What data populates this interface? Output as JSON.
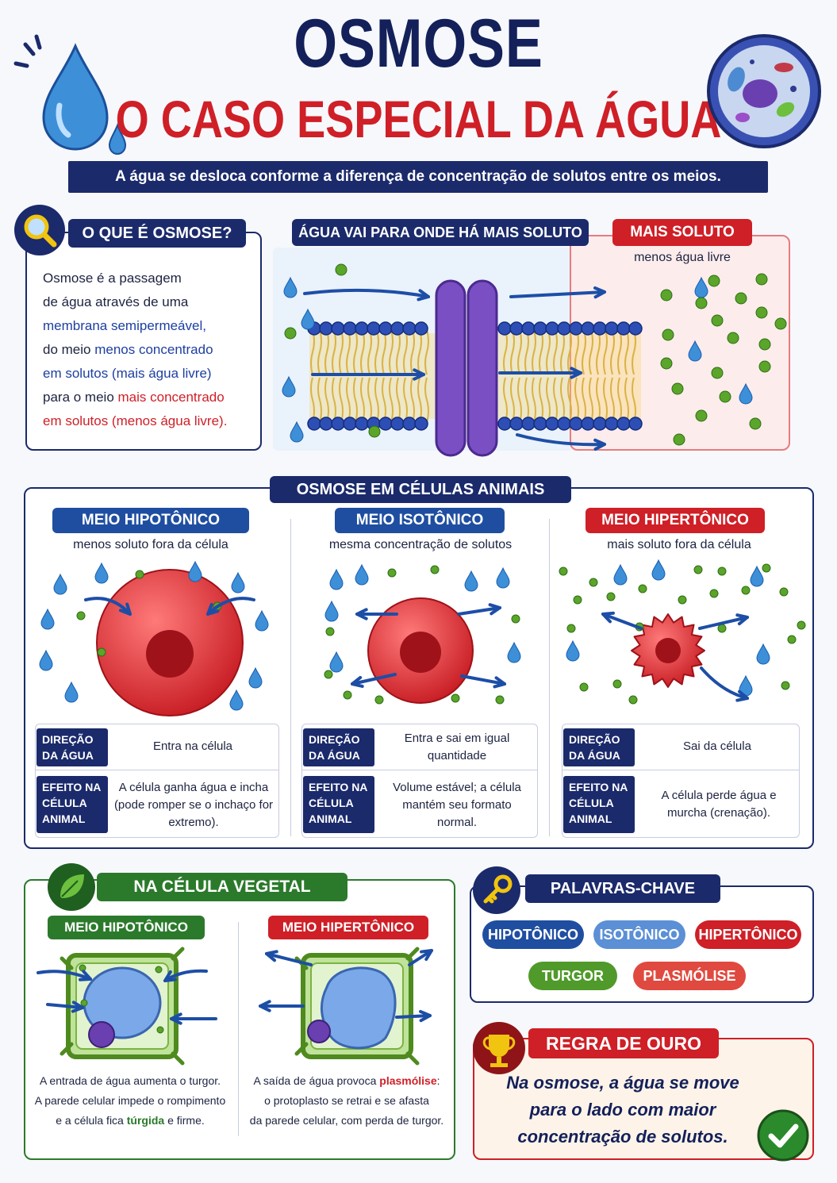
{
  "title": "OSMOSE",
  "subtitle": "O CASO ESPECIAL DA ÁGUA",
  "tagline": "A água se desloca conforme a diferença de concentração de solutos entre os meios.",
  "what_is": {
    "heading": "O QUE É OSMOSE?",
    "line1": "Osmose é a passagem",
    "line2": "de água através de uma",
    "line3": "membrana semipermeável,",
    "line4a": "do meio ",
    "line4b": "menos concentrado",
    "line5": "em solutos (mais água livre)",
    "line6a": "para o meio ",
    "line6b": "mais concentrado",
    "line7": "em solutos (menos água livre)."
  },
  "membrane": {
    "heading": "ÁGUA VAI PARA ONDE HÁ MAIS SOLUTO",
    "more_solute": "MAIS SOLUTO",
    "less_water": "menos água livre"
  },
  "animal": {
    "heading": "OSMOSE EM CÉLULAS ANIMAIS",
    "direction_label": "DIREÇÃO DA ÁGUA",
    "effect_label": "EFEITO NA CÉLULA ANIMAL",
    "hypo": {
      "title": "MEIO HIPOTÔNICO",
      "sub": "menos soluto fora da célula",
      "direction": "Entra na célula",
      "effect": "A célula ganha água e incha (pode romper se o inchaço for extremo)."
    },
    "iso": {
      "title": "MEIO ISOTÔNICO",
      "sub": "mesma concentração de solutos",
      "direction": "Entra e sai em igual quantidade",
      "effect": "Volume estável; a célula mantém seu formato normal."
    },
    "hyper": {
      "title": "MEIO HIPERTÔNICO",
      "sub": "mais soluto fora da célula",
      "direction": "Sai da célula",
      "effect": "A célula perde água e murcha (crenação)."
    }
  },
  "plant": {
    "heading": "NA CÉLULA VEGETAL",
    "hypo_title": "MEIO HIPOTÔNICO",
    "hyper_title": "MEIO HIPERTÔNICO",
    "hypo_cap1": "A entrada de água aumenta o turgor.",
    "hypo_cap2": "A parede celular impede o rompimento",
    "hypo_cap3a": "e a célula fica ",
    "hypo_cap3b": "túrgida",
    "hypo_cap3c": " e firme.",
    "hyper_cap1a": "A saída de água provoca ",
    "hyper_cap1b": "plasmólise",
    "hyper_cap1c": ":",
    "hyper_cap2": "o protoplasto se retrai e se afasta",
    "hyper_cap3": "da parede celular, com perda de turgor."
  },
  "keywords": {
    "heading": "PALAVRAS-CHAVE",
    "items": [
      "HIPOTÔNICO",
      "ISOTÔNICO",
      "HIPERTÔNICO",
      "TURGOR",
      "PLASMÓLISE"
    ]
  },
  "golden_rule": {
    "heading": "REGRA DE OURO",
    "line1": "Na osmose, a água se move",
    "line2": "para o lado com maior",
    "line3": "concentração de solutos."
  },
  "colors": {
    "navy": "#1b2a6b",
    "red": "#cf1f27",
    "green": "#2b7a2b",
    "water": "#3d8fd8",
    "solute": "#5aa52a"
  },
  "icons": [
    "water-drop-icon",
    "cell-icon",
    "magnifier-icon",
    "leaf-icon",
    "key-icon",
    "trophy-icon",
    "checkmark-icon"
  ]
}
